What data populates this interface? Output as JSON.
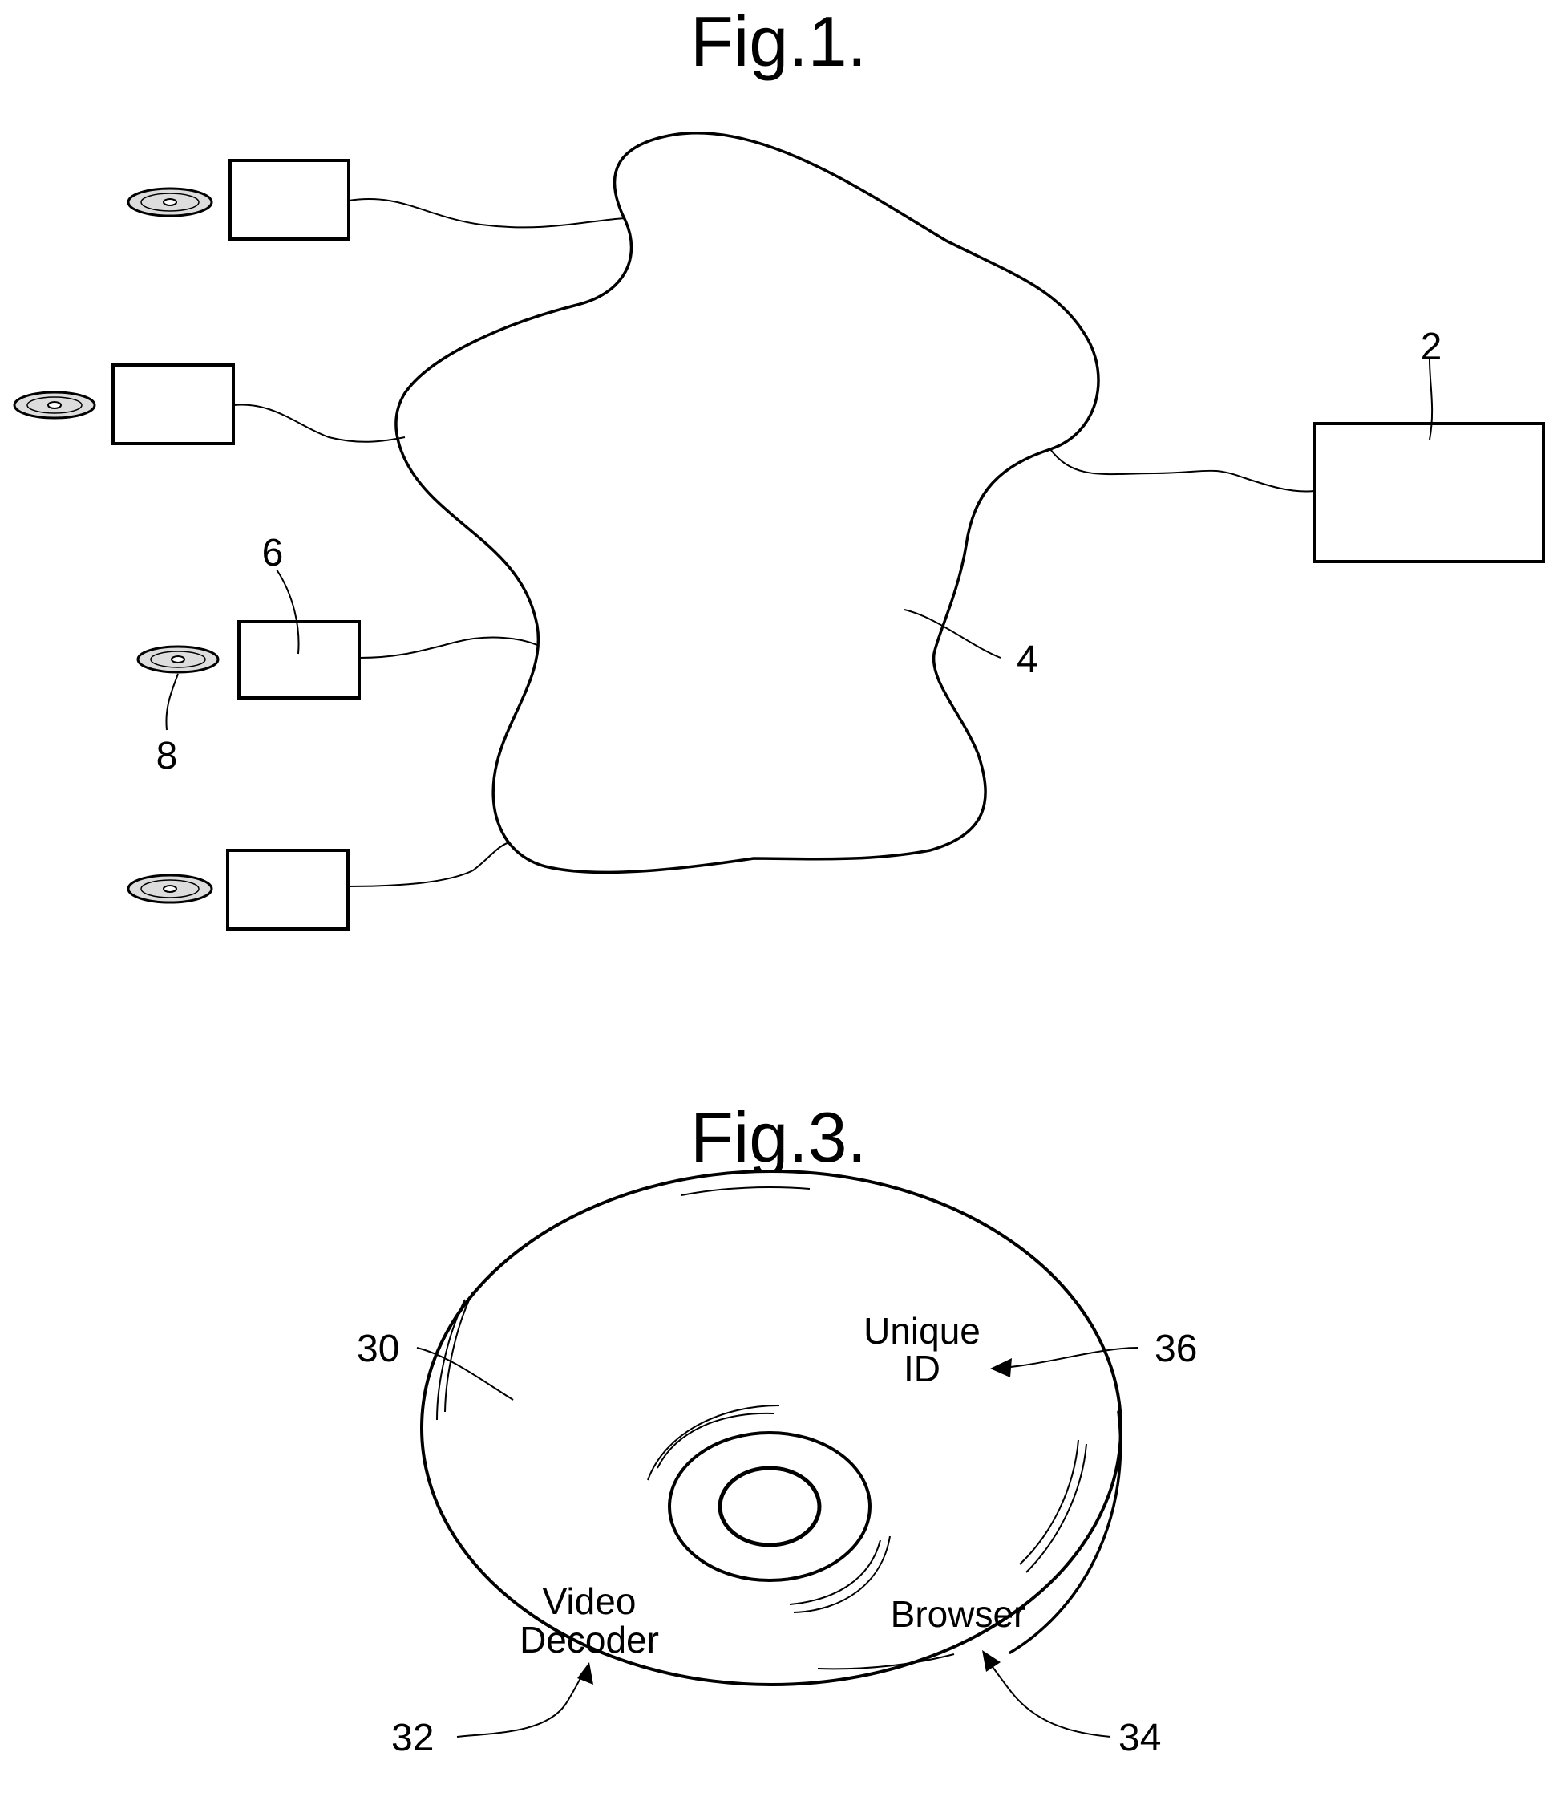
{
  "figures": [
    {
      "title": "Fig.1.",
      "references": {
        "server": "2",
        "network": "4",
        "terminal": "6",
        "disc": "8"
      }
    },
    {
      "title": "Fig.3.",
      "references": {
        "disc": "30",
        "video_decoder": "32",
        "browser": "34",
        "unique_id": "36"
      },
      "labels": {
        "video_decoder_line1": "Video",
        "video_decoder_line2": "Decoder",
        "browser": "Browser",
        "unique_id_line1": "Unique",
        "unique_id_line2": "ID"
      }
    }
  ]
}
